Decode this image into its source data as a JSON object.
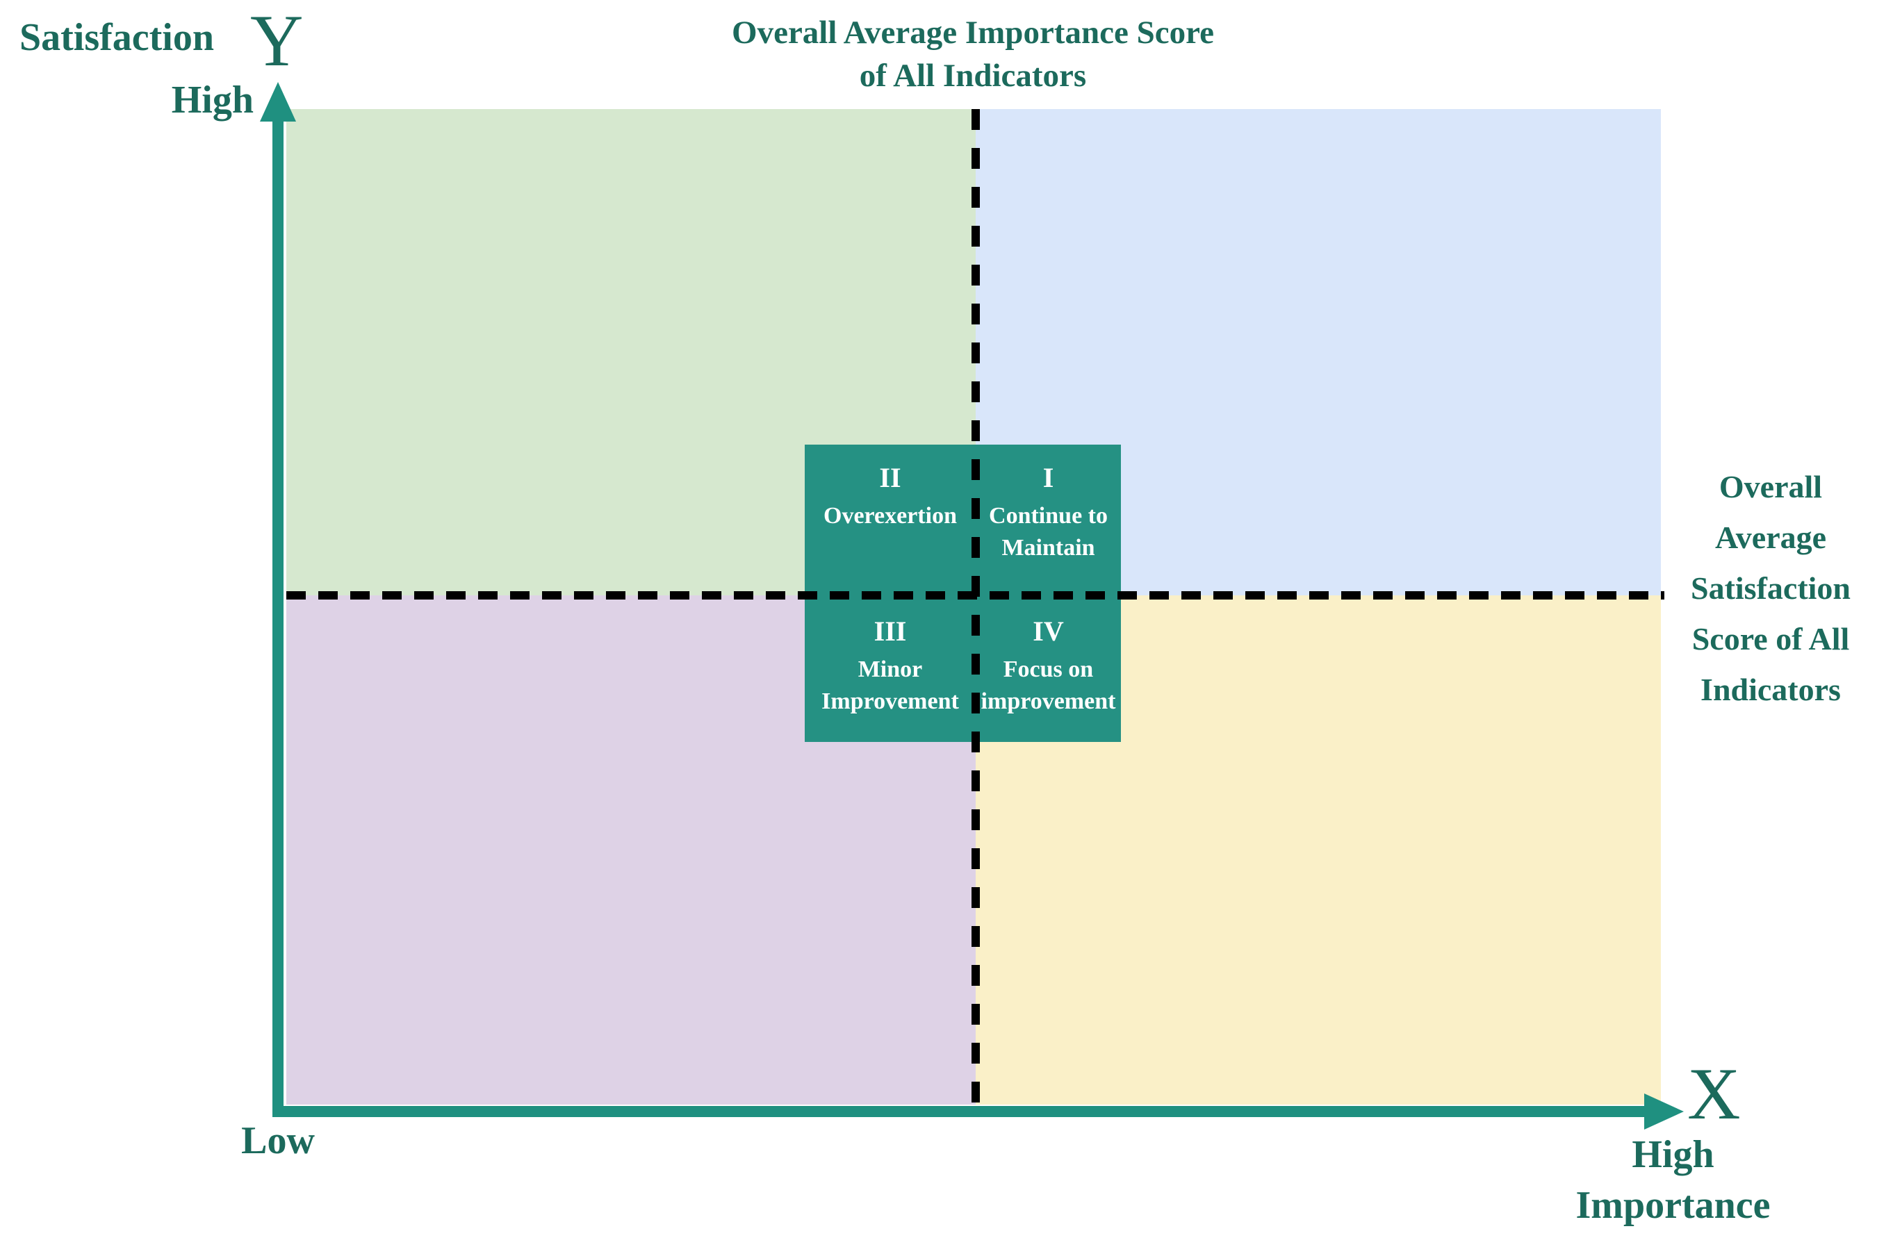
{
  "diagram": {
    "type": "importance-satisfaction quadrant matrix",
    "top_title": {
      "line1": "Overall Average Importance Score",
      "line2": "of All Indicators"
    },
    "right_label": {
      "lines": [
        "Overall",
        "Average",
        "Satisfaction",
        "Score of All",
        "Indicators"
      ]
    },
    "y_axis": {
      "title": "Satisfaction",
      "axis_letter": "Y",
      "high_label": "High",
      "low_label": "Low"
    },
    "x_axis": {
      "axis_letter": "X",
      "high_label": "High",
      "title": "Importance"
    },
    "quadrant_box": {
      "q2": {
        "numeral": "II",
        "lines": [
          "Overexertion"
        ]
      },
      "q1": {
        "numeral": "I",
        "lines": [
          "Continue to",
          "Maintain"
        ]
      },
      "q3": {
        "numeral": "III",
        "lines": [
          "Minor",
          "Improvement"
        ]
      },
      "q4": {
        "numeral": "IV",
        "lines": [
          "Focus on",
          "improvement"
        ]
      }
    },
    "colors": {
      "axis_teal": "#1f9080",
      "box_teal": "#259183",
      "label_text": "#1c6a5c",
      "quadrant_green": "#d6e8cf",
      "quadrant_blue": "#d9e6fa",
      "quadrant_purple": "#ded2e6",
      "quadrant_yellow": "#faf0c8",
      "dashed_line": "#000000",
      "box_text": "#ffffff",
      "background": "#ffffff"
    }
  }
}
